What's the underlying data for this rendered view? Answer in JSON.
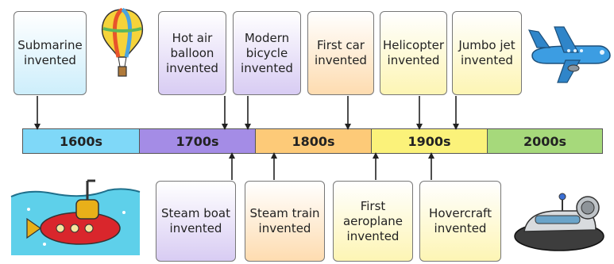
{
  "timeline": {
    "periods": [
      {
        "label": "1600s",
        "color": "#7fd8f8"
      },
      {
        "label": "1700s",
        "color": "#a48ce6"
      },
      {
        "label": "1800s",
        "color": "#fdca78"
      },
      {
        "label": "1900s",
        "color": "#fbf27a"
      },
      {
        "label": "2000s",
        "color": "#a6d97b"
      }
    ]
  },
  "events_above": [
    {
      "label": "Submarine\ninvented",
      "style": "blue"
    },
    {
      "label": "Hot air\nballoon\ninvented",
      "style": "purple"
    },
    {
      "label": "Modern\nbicycle\ninvented",
      "style": "purple"
    },
    {
      "label": "First car\ninvented",
      "style": "orange"
    },
    {
      "label": "Helicopter\ninvented",
      "style": "yellow"
    },
    {
      "label": "Jumbo jet\ninvented",
      "style": "yellow"
    }
  ],
  "events_below": [
    {
      "label": "Steam boat\ninvented",
      "style": "purple"
    },
    {
      "label": "Steam train\ninvented",
      "style": "orange"
    },
    {
      "label": "First\naeroplane\ninvented",
      "style": "yellow"
    },
    {
      "label": "Hovercraft\ninvented",
      "style": "yellow"
    }
  ],
  "illustrations": {
    "balloon": "hot-air-balloon",
    "plane": "jumbo-jet",
    "submarine": "submarine",
    "hovercraft": "hovercraft"
  }
}
